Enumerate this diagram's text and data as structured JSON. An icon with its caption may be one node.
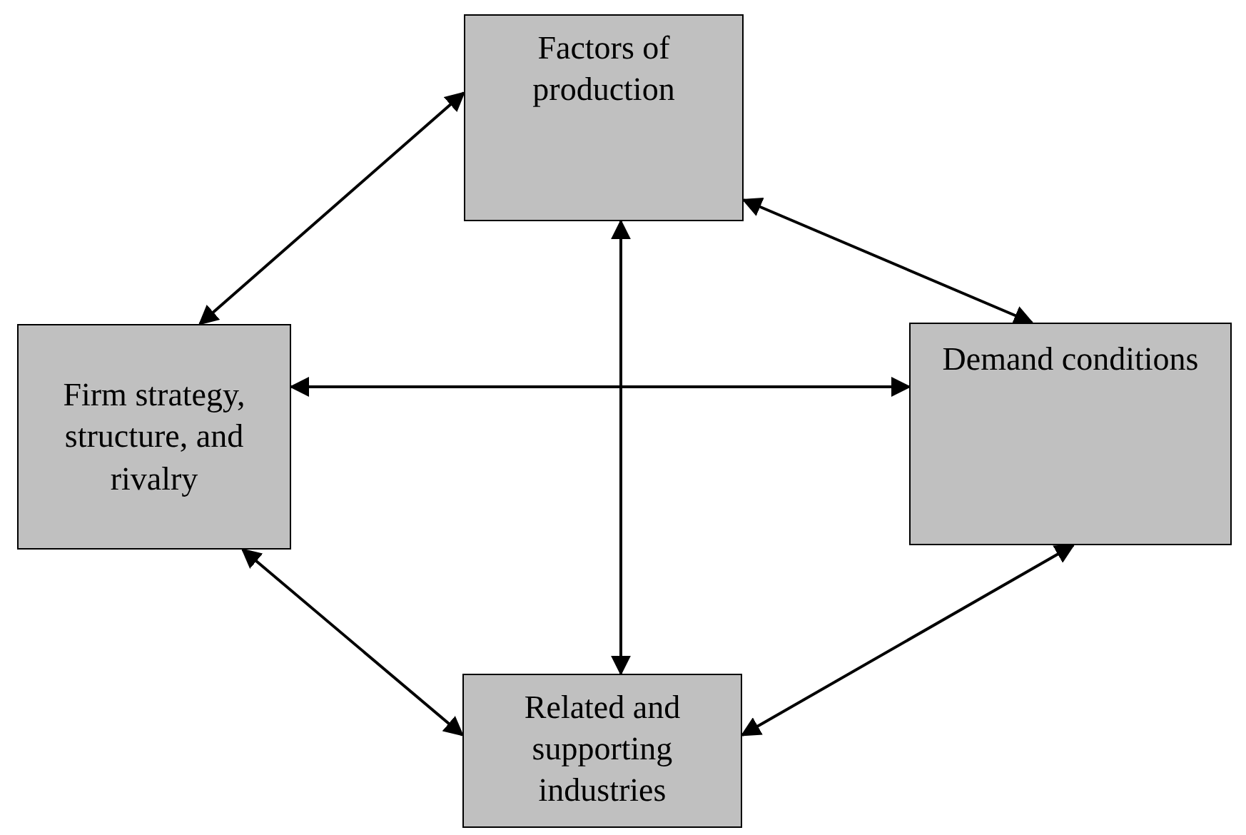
{
  "diagram": {
    "nodes": [
      {
        "text": [
          "Factors of production"
        ]
      },
      {
        "text": [
          "Firm strategy, structure, and rivalry"
        ]
      },
      {
        "text": [
          "Demand conditions"
        ]
      },
      {
        "text": [
          "Related and supporting industries"
        ]
      }
    ],
    "edges": [
      {
        "from": 0,
        "to": 1,
        "arrow": "both"
      },
      {
        "from": 0,
        "to": 2,
        "arrow": "both"
      },
      {
        "from": 1,
        "to": 2,
        "arrow": "both"
      },
      {
        "from": 0,
        "to": 3,
        "arrow": "both"
      },
      {
        "from": 1,
        "to": 3,
        "arrow": "both"
      },
      {
        "from": 2,
        "to": 3,
        "arrow": "both"
      }
    ]
  }
}
